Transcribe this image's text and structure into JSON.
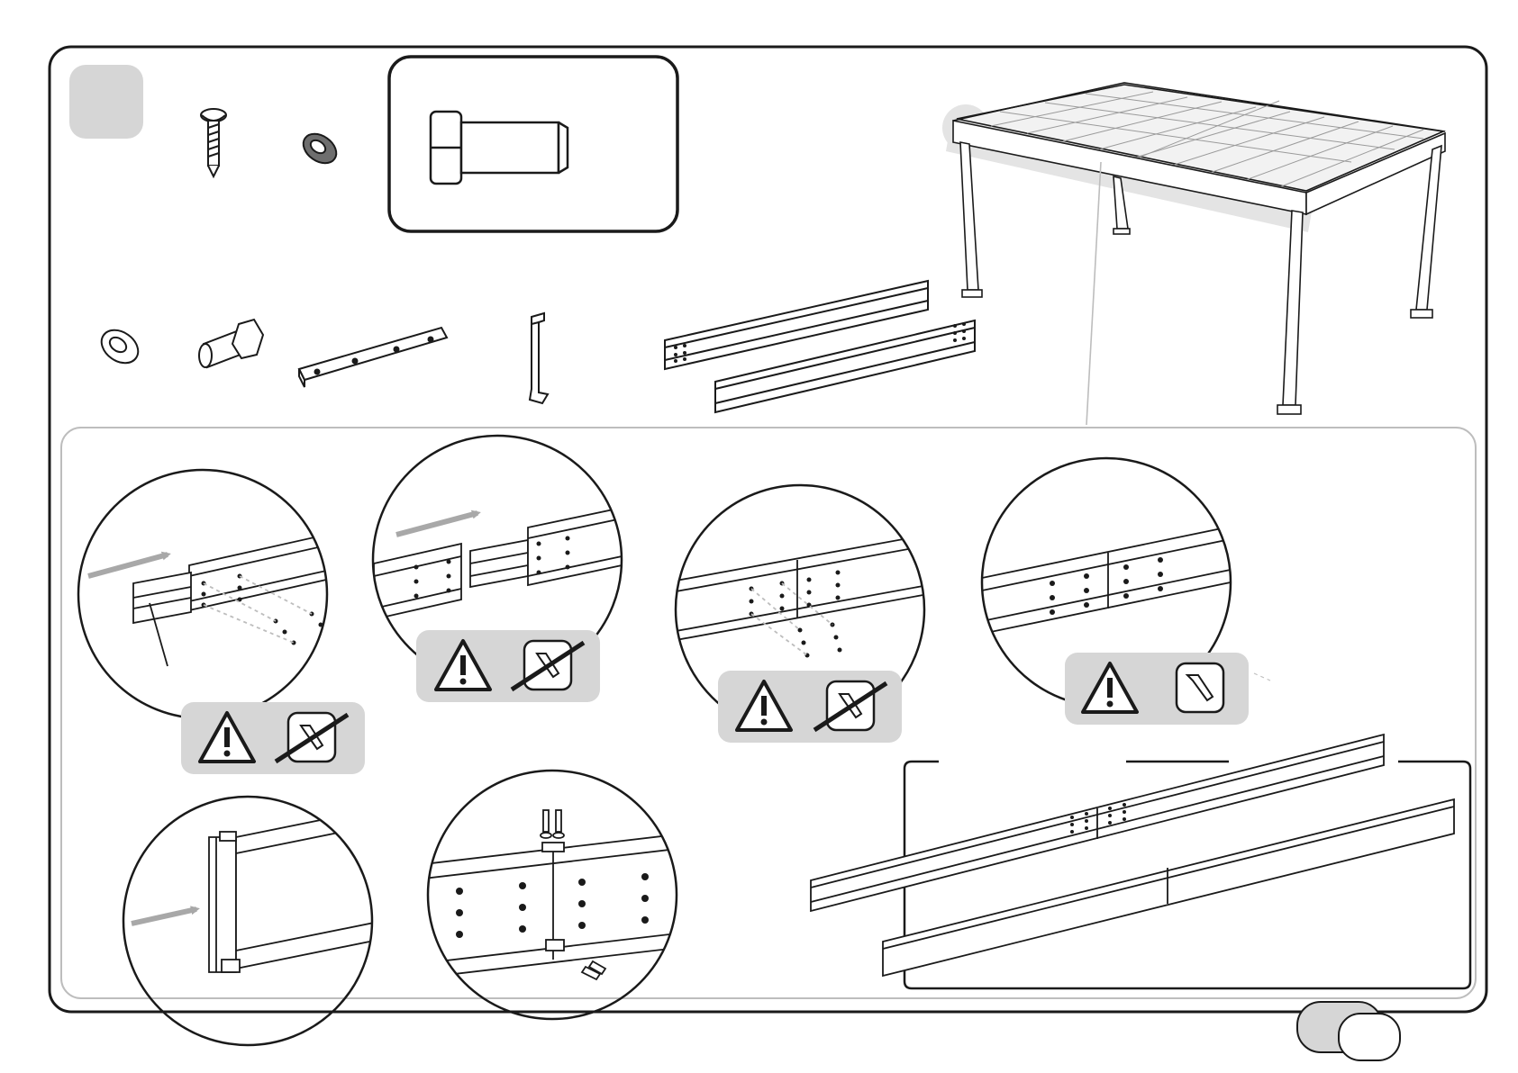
{
  "page": {
    "step_number": "",
    "page_number": "",
    "total_pages": ""
  },
  "colors": {
    "ink": "#1a1a1a",
    "badge": "#d6d6d6",
    "arrow": "#a8a8a8",
    "panel_border": "#bdbdbd",
    "roof_tint": "#e4e4e4"
  },
  "parts": [
    {
      "icon": "self-tapping-screw-icon",
      "label": "",
      "qty": ""
    },
    {
      "icon": "rubber-washer-icon",
      "label": "",
      "qty": ""
    },
    {
      "icon": "hex-bolt-closeup-icon",
      "label": "",
      "qty": ""
    },
    {
      "icon": "flat-washer-icon",
      "label": "",
      "qty": ""
    },
    {
      "icon": "hex-bolt-icon",
      "label": "",
      "qty": ""
    },
    {
      "icon": "connector-plate-icon",
      "label": "",
      "qty": ""
    },
    {
      "icon": "bracket-icon",
      "label": "",
      "qty": ""
    },
    {
      "icon": "beam-sections-icon",
      "label": "",
      "qty": ""
    }
  ],
  "steps": [
    {
      "id": "insert-connector",
      "warning": "warning-triangle-icon",
      "tool": "no-hex-key-icon"
    },
    {
      "id": "slide-beams",
      "warning": "warning-triangle-icon",
      "tool": "no-hex-key-icon"
    },
    {
      "id": "fit-bolts",
      "warning": "warning-triangle-icon",
      "tool": "no-hex-key-icon"
    },
    {
      "id": "tighten-bolts",
      "warning": "warning-triangle-icon",
      "tool": "hex-key-icon"
    },
    {
      "id": "fit-end-bracket"
    },
    {
      "id": "fit-top-bottom-clips"
    }
  ],
  "result_label": ""
}
